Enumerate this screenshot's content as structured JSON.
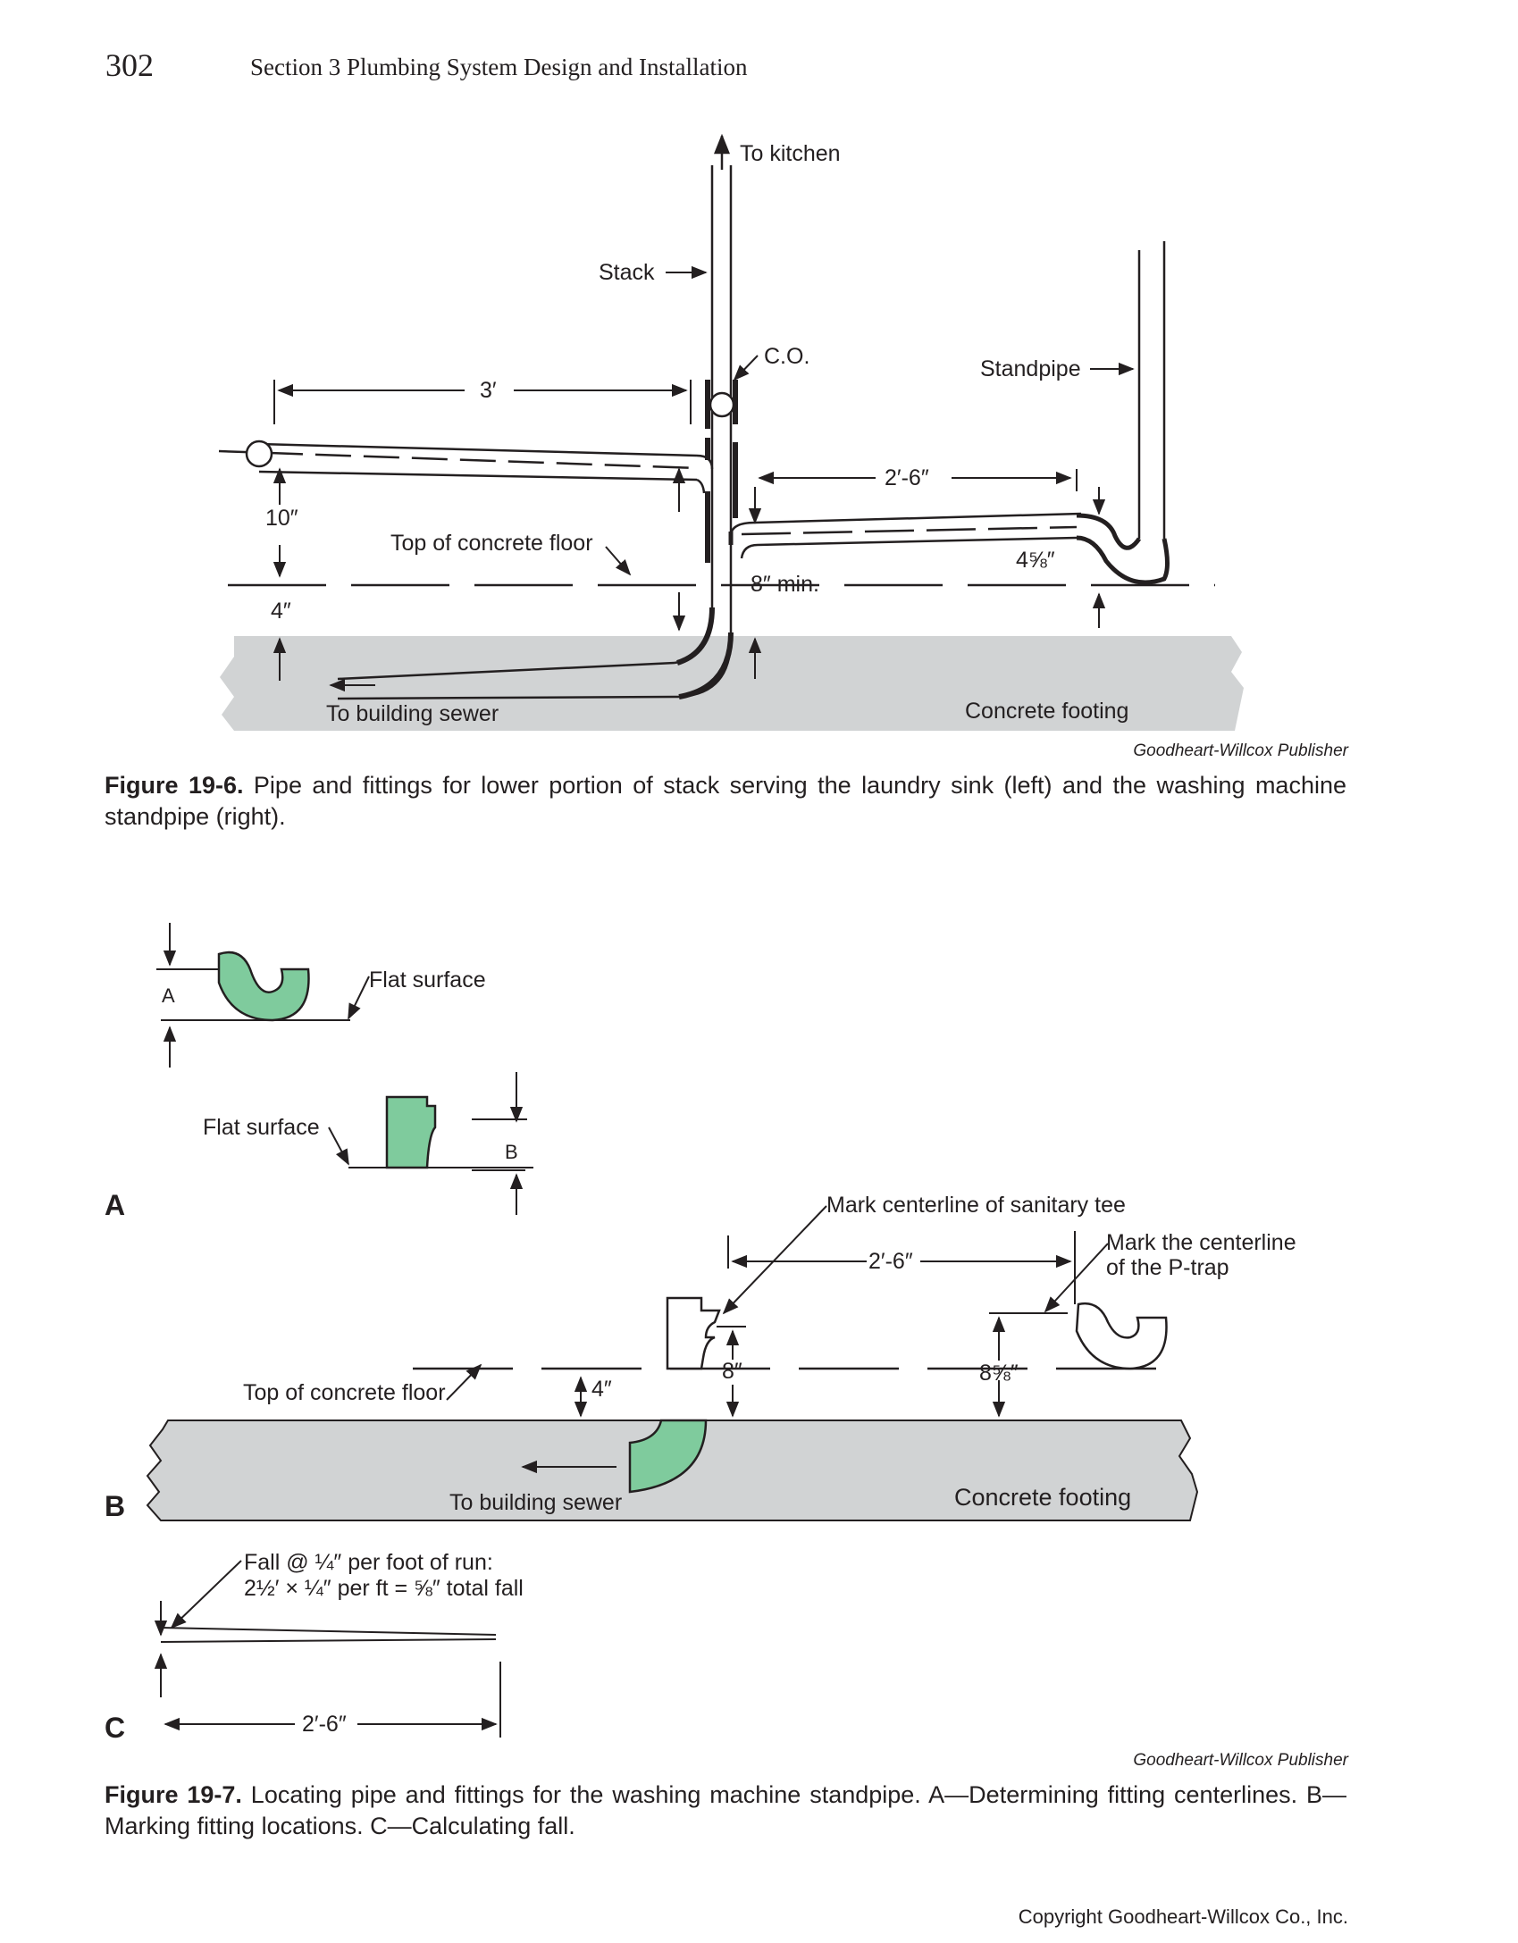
{
  "header": {
    "page_number": "302",
    "section": "Section 3   Plumbing System Design and Installation"
  },
  "figure_19_6": {
    "labels": {
      "to_kitchen": "To kitchen",
      "stack": "Stack",
      "cleanout": "C.O.",
      "standpipe": "Standpipe",
      "dim_3ft": "3′",
      "dim_2ft6": "2′-6″",
      "dim_10in": "10″",
      "top_of_floor": "Top of concrete floor",
      "dim_8in_min": "8″ min.",
      "dim_4_5_8": "4⅝″",
      "dim_4in": "4″",
      "to_sewer": "To building sewer",
      "footing": "Concrete footing"
    },
    "credit": "Goodheart-Willcox Publisher",
    "caption_label": "Figure 19-6.",
    "caption_text": " Pipe and fittings for lower portion of stack serving the laundry sink (left) and the washing machine standpipe (right)."
  },
  "figure_19_7": {
    "part_a": {
      "letter": "A",
      "dim_a": "A",
      "flat_surface_1": "Flat surface",
      "flat_surface_2": "Flat surface",
      "dim_b": "B"
    },
    "part_b": {
      "letter": "B",
      "mark_tee": "Mark centerline of sanitary tee",
      "mark_trap_1": "Mark the centerline",
      "mark_trap_2": "of the P-trap",
      "dim_2ft6": "2′-6″",
      "dim_8in": "8″",
      "dim_8_5_8": "8⅝″",
      "dim_4in": "4″",
      "top_of_floor": "Top of concrete floor",
      "to_sewer": "To building sewer",
      "footing": "Concrete footing"
    },
    "part_c": {
      "letter": "C",
      "fall_1": "Fall @ ¼″ per foot of run:",
      "fall_2": "2½′ × ¼″ per ft = ⅝″ total fall",
      "dim_2ft6": "2′-6″"
    },
    "credit": "Goodheart-Willcox Publisher",
    "caption_label": "Figure 19-7.",
    "caption_text": " Locating pipe and fittings for the washing machine standpipe. A—Determining fitting centerlines. B—Marking fitting locations. C—Calculating fall."
  },
  "copyright": "Copyright Goodheart-Willcox Co., Inc.",
  "colors": {
    "fitting_green": "#7fcb9d",
    "footing_gray": "#d1d3d4",
    "ink": "#231f20"
  }
}
